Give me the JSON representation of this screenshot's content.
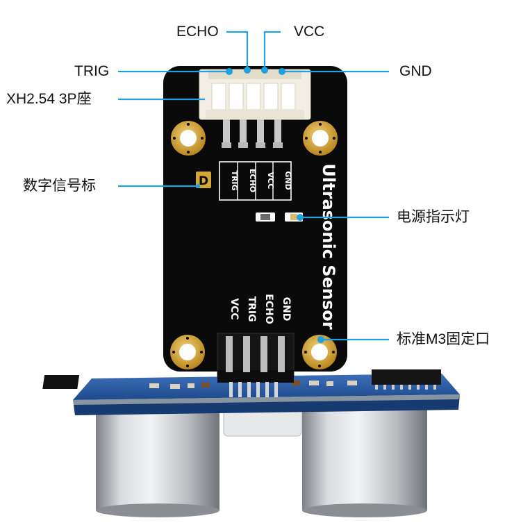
{
  "labels": {
    "echo": "ECHO",
    "vcc": "VCC",
    "trig": "TRIG",
    "gnd": "GND",
    "connector": "XH2.54 3P座",
    "digital_mark": "数字信号标",
    "power_led": "电源指示灯",
    "mount_hole": "标准M3固定口"
  },
  "board": {
    "product_name": "Ultrasonic Sensor",
    "digital_badge": "D",
    "silk_top": [
      "TRIG",
      "ECHO",
      "VCC",
      "GND"
    ],
    "silk_bottom": [
      "VCC",
      "TRIG",
      "ECHO",
      "GND"
    ]
  },
  "colors": {
    "callout_line": "#1fa0e0",
    "board": "#0a0a0a",
    "gold": "#d4a636",
    "connector": "#f2eee4",
    "sensor_pcb": "#2c5aa0"
  }
}
